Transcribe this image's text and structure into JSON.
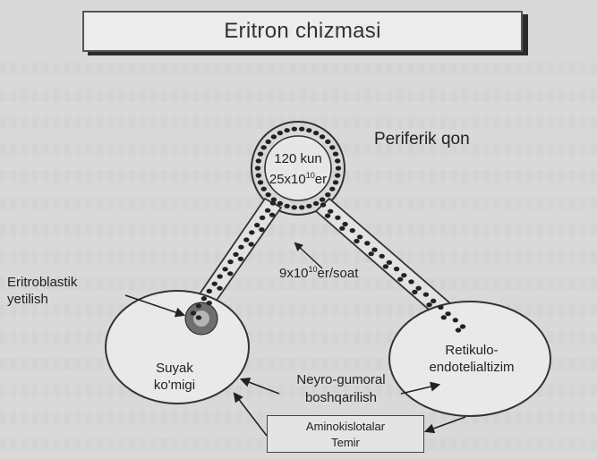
{
  "title": "Eritron chizmasi",
  "labels": {
    "periferik": "Periferik qon",
    "kun": "120 kun",
    "count_base": "25x10",
    "count_exp": "10",
    "count_unit": "er",
    "rate_base": "9x10",
    "rate_exp": "10",
    "rate_unit": "er/soat",
    "eritro_line1": "Eritroblastik",
    "eritro_line2": "yetilish",
    "suyak_line1": "Suyak",
    "suyak_line2": "ko'migi",
    "neyro_line1": "Neyro-gumoral",
    "neyro_line2": "boshqarilish",
    "retikulo_line1": "Retikulo-",
    "retikulo_line2": "endotelialtizim",
    "amino_line1": "Aminokislotalar",
    "amino_line2": "Temir"
  }
}
